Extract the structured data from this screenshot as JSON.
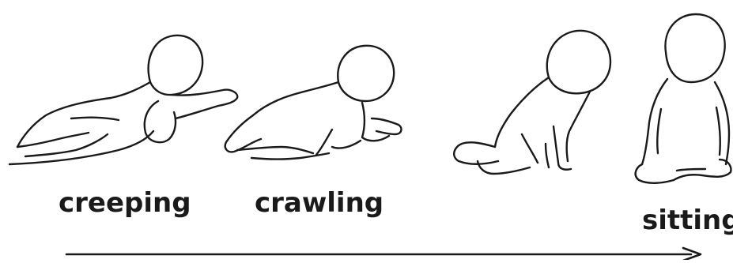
{
  "stages": [
    {
      "label": "creeping",
      "icon": "creeping-baby-icon"
    },
    {
      "label": "crawling",
      "icon": "crawling-baby-icon"
    },
    {
      "label": "",
      "icon": "kneeling-baby-icon"
    },
    {
      "label": "sitting",
      "icon": "sitting-baby-icon"
    }
  ],
  "colors": {
    "stroke": "#1a1a1a",
    "background": "#ffffff"
  }
}
